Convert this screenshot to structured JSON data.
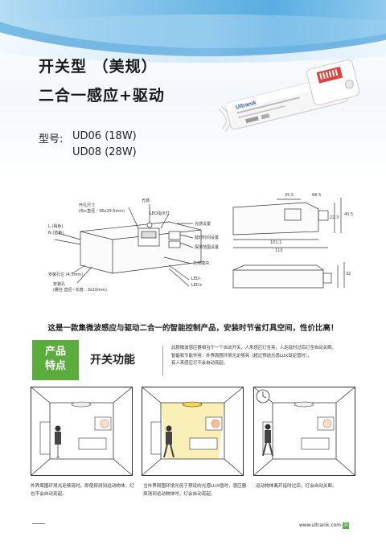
{
  "header": {
    "title_line1": "开关型 （美规）",
    "title_line2": "二合一感应+驱动",
    "model_label": "型号:",
    "model_1": "UD06 (18W)",
    "model_2": "UD08 (28W)",
    "product_brand": "Ultranik"
  },
  "diagram_left": {
    "labels": {
      "opening": "开孔尺寸",
      "opening_size": "(Φ≤直径 : 36x29.5mm)",
      "light": "光感",
      "led_light": "LED指示灯",
      "l_wire": "L (褐色)",
      "n_wire": "N (蓝色)",
      "mount_hole": "安装孔位 (4.5mm)",
      "mount_hole2": "安装孔",
      "mount_hole2_sub": "(螺丝 直径~长度：3x10mm)",
      "lux_setting": "光感设置",
      "delay_setting": "延时时间设置",
      "detect_setting": "探测范围设置",
      "antenna": "天线模块",
      "led_minus": "LED-",
      "led_plus": "LED+"
    }
  },
  "diagram_right": {
    "dims": {
      "d_left": "35.5",
      "d_right": "68.5",
      "d_len1": "101.1",
      "d_len2": "110",
      "d_h1": "32",
      "d_h2": "22.3",
      "d_h3": "40.5"
    }
  },
  "tagline": "这是一款集微波感应与驱动二合一的智能控制产品，安装时节省灯具空间，性价比高！",
  "feature": {
    "badge_line1": "产品",
    "badge_line2": "特点",
    "heading": "开关功能",
    "desc_line1": "此款微波感应器相当于一个自动开关，人来感应灯全亮，人走延时过后灯全自动关断。",
    "desc_line2": "智能和节能作用：外界周围环境光足够亮（超过预选光感LUX设定值时），",
    "desc_line3": "有人来感应灯不会自动亮起。"
  },
  "scenes": [
    {
      "caption": "外界周围环境光足够亮时，即使探测到运动物体，灯也不会自动亮起。"
    },
    {
      "caption": "当外界周围环境光低于预设的光感LUX值时，感应器探测到运动物体时，灯会自动亮起。"
    },
    {
      "caption": "运动物体离开延时过后，灯会自动关断。"
    }
  ],
  "footer": {
    "url": "www.ultranik.com",
    "page": "20"
  },
  "colors": {
    "accent_green": "#5aac3c",
    "hero_blue": "#2f8fd0",
    "light_yellow": "#f6e27a"
  }
}
